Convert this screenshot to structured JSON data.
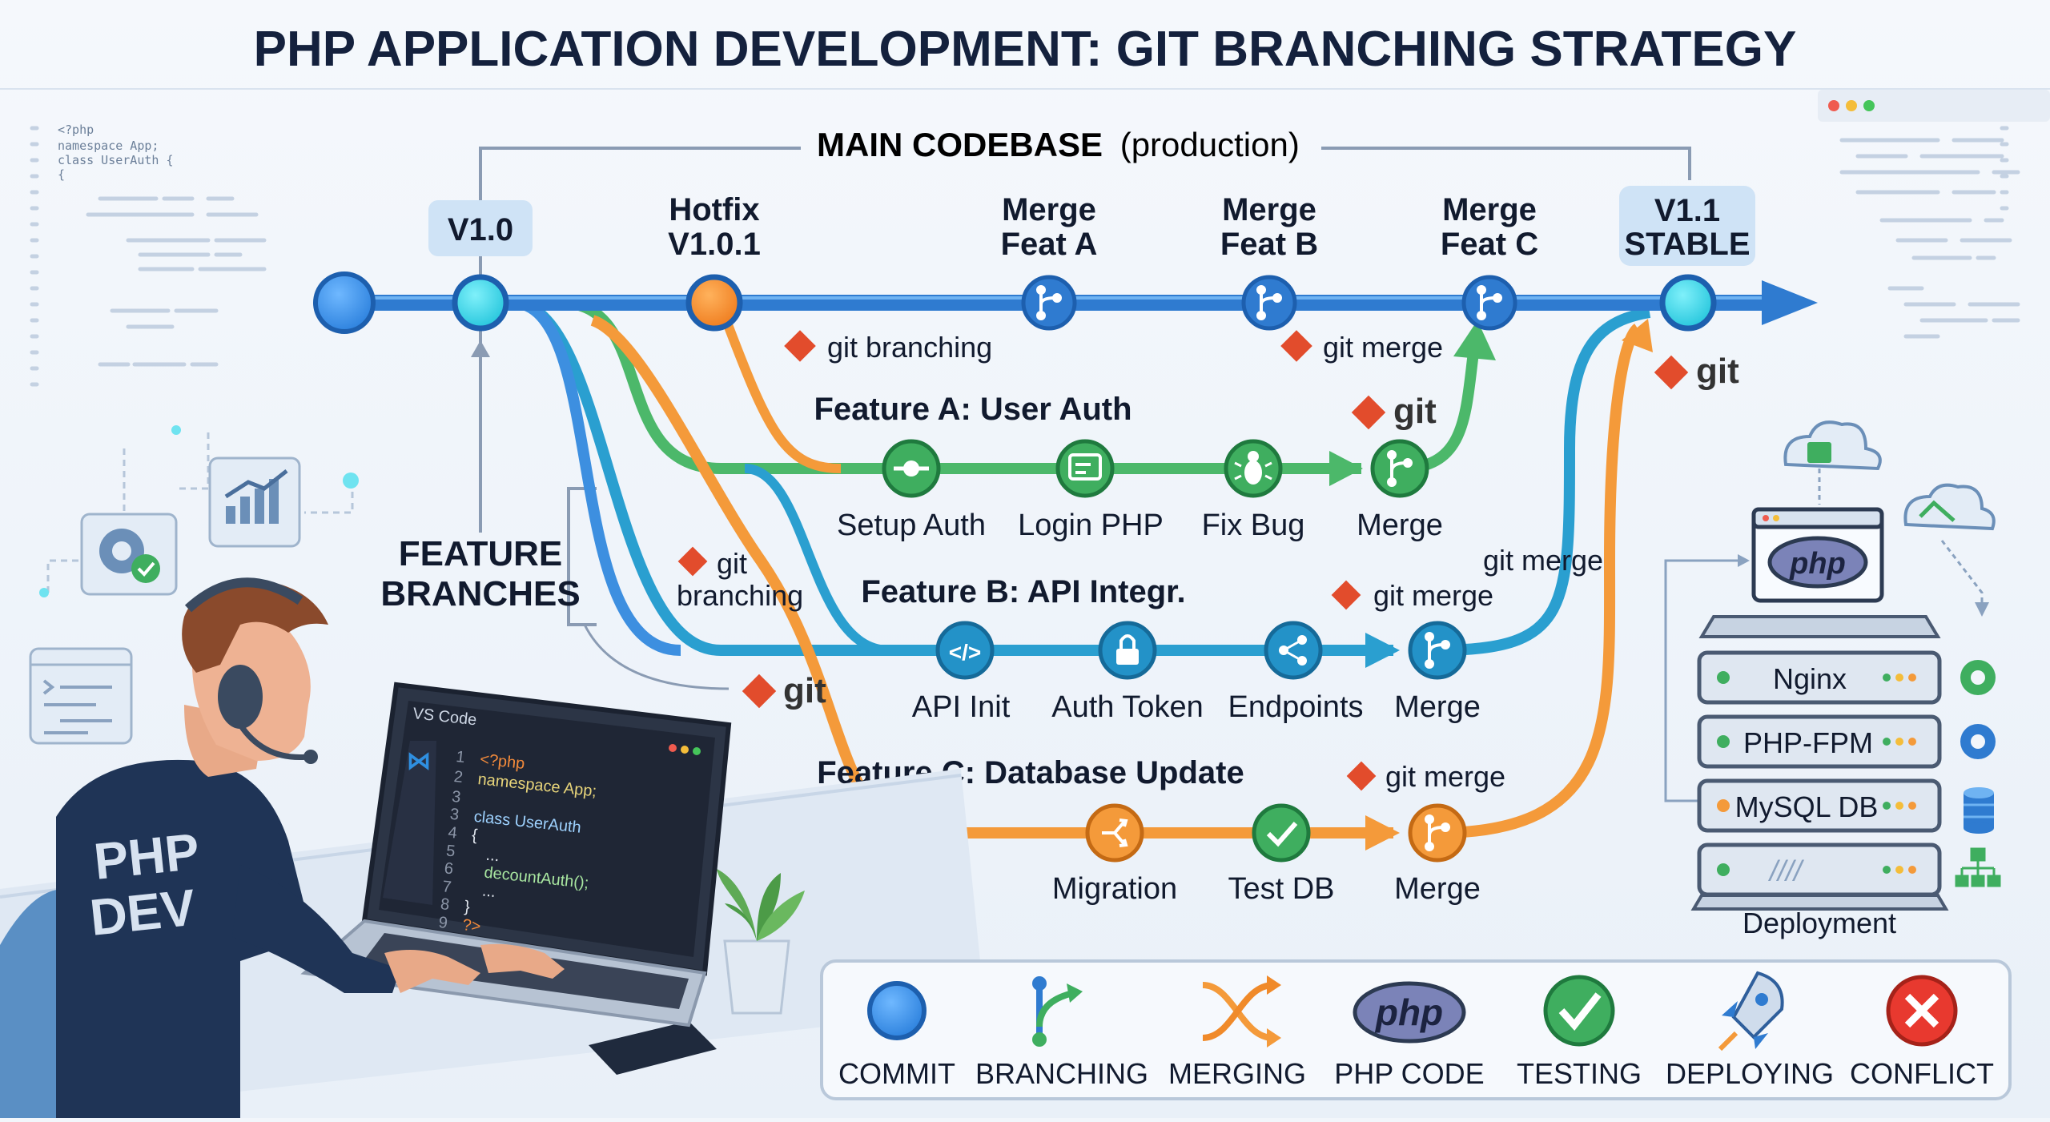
{
  "title": "PHP APPLICATION DEVELOPMENT: GIT BRANCHING STRATEGY",
  "main_codebase": {
    "label_bold": "MAIN CODEBASE",
    "label_reg": "(production)"
  },
  "main_nodes": {
    "v10": "V1.0",
    "hotfix": [
      "Hotfix",
      "V1.0.1"
    ],
    "merge_a": [
      "Merge",
      "Feat A"
    ],
    "merge_b": [
      "Merge",
      "Feat B"
    ],
    "merge_c": [
      "Merge",
      "Feat C"
    ],
    "v11": [
      "V1.1",
      "STABLE"
    ]
  },
  "feature_branches_label": [
    "FEATURE",
    "BRANCHES"
  ],
  "git": {
    "word": "git",
    "branching": "git branching",
    "merge": "git merge",
    "branching_split": [
      "git",
      "branching"
    ]
  },
  "feature_a": {
    "title": "Feature A: User Auth",
    "steps": [
      "Setup Auth",
      "Login PHP",
      "Fix Bug",
      "Merge"
    ]
  },
  "feature_b": {
    "title": "Feature B: API Integr.",
    "steps": [
      "API Init",
      "Auth Token",
      "Endpoints",
      "Merge"
    ]
  },
  "feature_c": {
    "title": "Feature C: Database Update",
    "steps": [
      "Migration",
      "Test DB",
      "Merge"
    ]
  },
  "developer": {
    "shirt": [
      "PHP",
      "DEV"
    ]
  },
  "laptop": {
    "app": "VS Code",
    "code_lines": [
      "<?php",
      "namespace App;",
      "",
      "class UserAuth",
      "{",
      "  ...",
      "    decountAuth();",
      "  ...",
      "}",
      "?>"
    ],
    "line_numbers": [
      "1",
      "2",
      "3",
      "3",
      "4",
      "5",
      "6",
      "7",
      "8",
      "9"
    ]
  },
  "left_code": [
    "<?php",
    "namespace App;",
    "class UserAuth {",
    "{"
  ],
  "deployment": {
    "label": "Deployment",
    "php_badge": "php",
    "servers": [
      "Nginx",
      "PHP-FPM",
      "MySQL DB",
      "////"
    ]
  },
  "legend": [
    {
      "label": "COMMIT",
      "icon": "commit-icon"
    },
    {
      "label": "BRANCHING",
      "icon": "branching-icon"
    },
    {
      "label": "MERGING",
      "icon": "merging-icon"
    },
    {
      "label": "PHP CODE",
      "icon": "php-logo-icon",
      "badge": "php"
    },
    {
      "label": "TESTING",
      "icon": "testing-check-icon"
    },
    {
      "label": "DEPLOYING",
      "icon": "rocket-icon"
    },
    {
      "label": "CONFLICT",
      "icon": "conflict-x-icon"
    }
  ],
  "colors": {
    "main": "#3d86d9",
    "feature_a": "#4cb86a",
    "feature_b": "#2a9fd0",
    "feature_c": "#f49a3a",
    "hotfix": "#f0842a",
    "git_red": "#e24c2c",
    "node_teal": "#2fd6e6"
  }
}
